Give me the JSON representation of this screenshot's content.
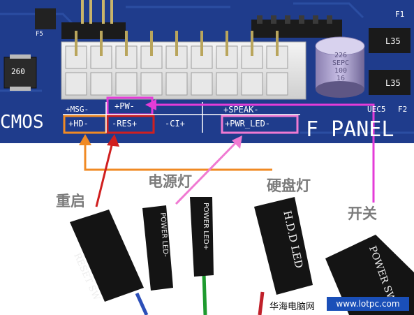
{
  "board": {
    "cmos": "CMOS",
    "panel": "F PANEL",
    "f5": "F5",
    "f1": "F1",
    "f2": "F2",
    "uec5": "UEC5",
    "l35a": "L35",
    "l35b": "L35",
    "chip": "260",
    "cap": [
      "226",
      "SEPC",
      "100",
      "16"
    ],
    "labels": {
      "msg": "+MSG-",
      "pw": "+PW-",
      "speak": "+SPEAK-",
      "hd": "+HD-",
      "res": "-RES+",
      "ci": "-CI+",
      "pwr_led": "+PWR_LED-"
    }
  },
  "annotations": {
    "restart": "重启",
    "power_led": "电源灯",
    "hdd_led": "硬盘灯",
    "switch": "开关"
  },
  "connectors": {
    "reset": "RESET SW",
    "power_led_minus": "POWER LED-",
    "power_led_plus": "POWER LED+",
    "hdd": "H.D.D LED",
    "power_sw": "POWER SW"
  },
  "colors": {
    "board": "#1f3c8c",
    "orange": "#f08a24",
    "red": "#d01f1f",
    "magenta": "#e43cd8",
    "pink": "#f07ad2",
    "wire_blue": "#2c4fb8",
    "wire_green": "#1e9a2e",
    "wire_red": "#c0202a"
  },
  "watermark": {
    "site_cn": "华海电脑网",
    "site_url": "www.lotpc.com"
  }
}
